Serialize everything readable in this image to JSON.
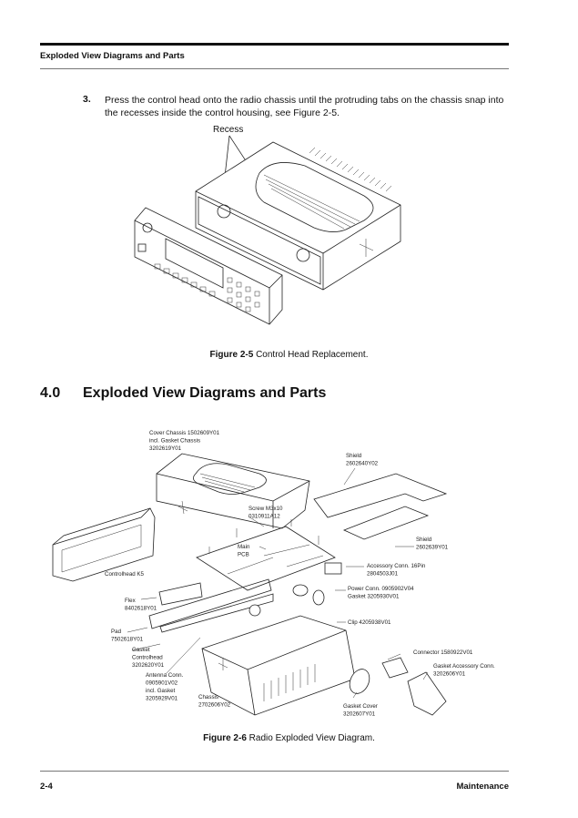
{
  "header": {
    "section_title": "Exploded View Diagrams and Parts"
  },
  "step": {
    "number": "3.",
    "text": "Press the control head onto the radio chassis until the protruding tabs on the chassis snap into the recesses inside the control housing, see Figure 2-5."
  },
  "figure_2_5": {
    "callout": "Recess",
    "caption_label": "Figure 2-5",
    "caption_text": " Control Head Replacement."
  },
  "section": {
    "number": "4.0",
    "title": "Exploded View Diagrams and Parts"
  },
  "figure_2_6": {
    "caption_label": "Figure 2-6",
    "caption_text": " Radio Exploded View Diagram.",
    "parts": [
      {
        "name": "cover-chassis",
        "lines": [
          "Cover Chassis 1502609Y01",
          "incl. Gasket Chassis",
          "3202619Y01"
        ]
      },
      {
        "name": "shield-1",
        "lines": [
          "Shield",
          "2602640Y02"
        ]
      },
      {
        "name": "screw",
        "lines": [
          "Screw M3x10",
          "0310911A12"
        ]
      },
      {
        "name": "shield-2",
        "lines": [
          "Shield",
          "2602639Y01"
        ]
      },
      {
        "name": "main-pcb",
        "lines": [
          "Main",
          "PCB"
        ]
      },
      {
        "name": "accessory-conn",
        "lines": [
          "Accessory Conn. 16Pin",
          "2804503J01"
        ]
      },
      {
        "name": "controlhead",
        "lines": [
          "Controlhead  K5"
        ]
      },
      {
        "name": "power-conn",
        "lines": [
          "Power Conn.  0905902V04",
          "Gasket 3205930V01"
        ]
      },
      {
        "name": "flex",
        "lines": [
          "Flex",
          "8402618Y01"
        ]
      },
      {
        "name": "clip",
        "lines": [
          "Clip 4205938V01"
        ]
      },
      {
        "name": "pad",
        "lines": [
          "Pad",
          "7502618Y01"
        ]
      },
      {
        "name": "connector",
        "lines": [
          "Connector 1580922V01"
        ]
      },
      {
        "name": "gasket-controlhead",
        "lines": [
          "Gasket",
          "Controlhead",
          "3202620Y01"
        ]
      },
      {
        "name": "gasket-accessory-conn",
        "lines": [
          "Gasket Accessory Conn.",
          "3202606Y01"
        ]
      },
      {
        "name": "antenna-conn",
        "lines": [
          "Antenna Conn.",
          "0905901V02",
          "incl. Gasket",
          "3205929V01"
        ]
      },
      {
        "name": "chassis",
        "lines": [
          "Chassis",
          "2702606Y02"
        ]
      },
      {
        "name": "gasket-cover",
        "lines": [
          "Gasket Cover",
          "3202607Y01"
        ]
      }
    ]
  },
  "footer": {
    "page_number": "2-4",
    "chapter": "Maintenance"
  }
}
